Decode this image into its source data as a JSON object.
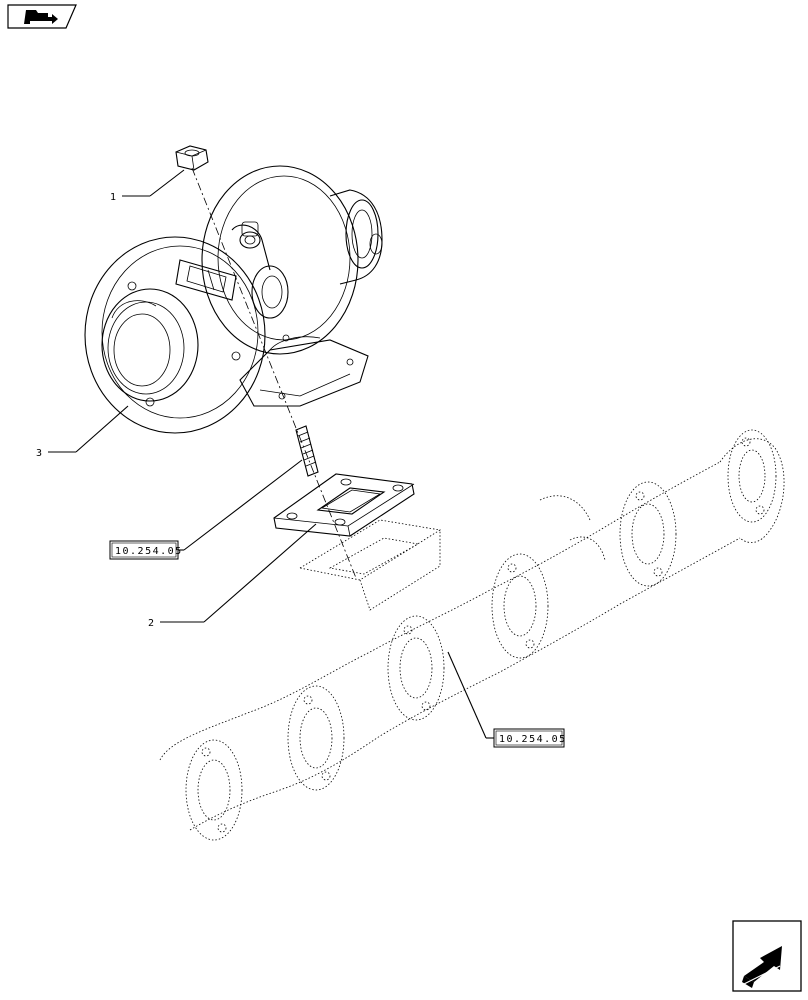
{
  "callouts": {
    "item_1": "1",
    "item_2": "2",
    "item_3": "3"
  },
  "references": {
    "ref_stud": "10.254.05",
    "ref_manifold": "10.254.05"
  },
  "icons": {
    "top_left": "previous-page-nav-icon",
    "bottom_right": "next-page-arrow-icon"
  }
}
